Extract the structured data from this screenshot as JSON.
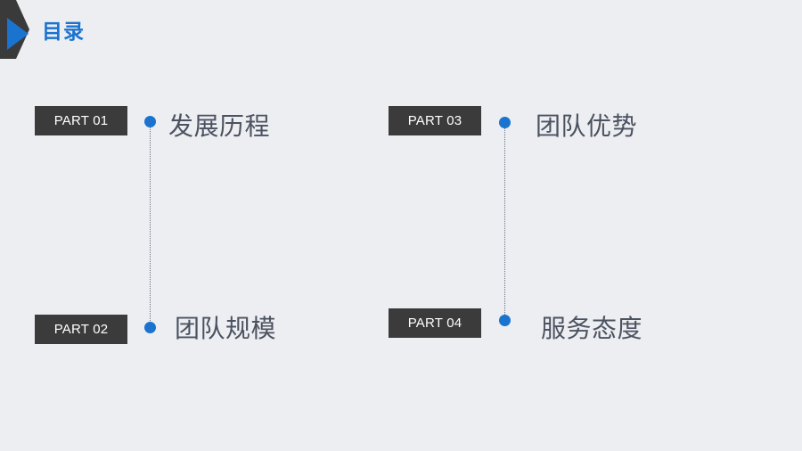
{
  "header": {
    "title": "目录"
  },
  "items": [
    {
      "part": "PART 01",
      "title": "发展历程"
    },
    {
      "part": "PART 02",
      "title": "团队规模"
    },
    {
      "part": "PART 03",
      "title": "团队优势"
    },
    {
      "part": "PART 04",
      "title": "服务态度"
    }
  ],
  "colors": {
    "accent": "#1a73cf",
    "label_bg": "#3b3b3b",
    "background": "#edeef2",
    "text": "#4b5260"
  }
}
